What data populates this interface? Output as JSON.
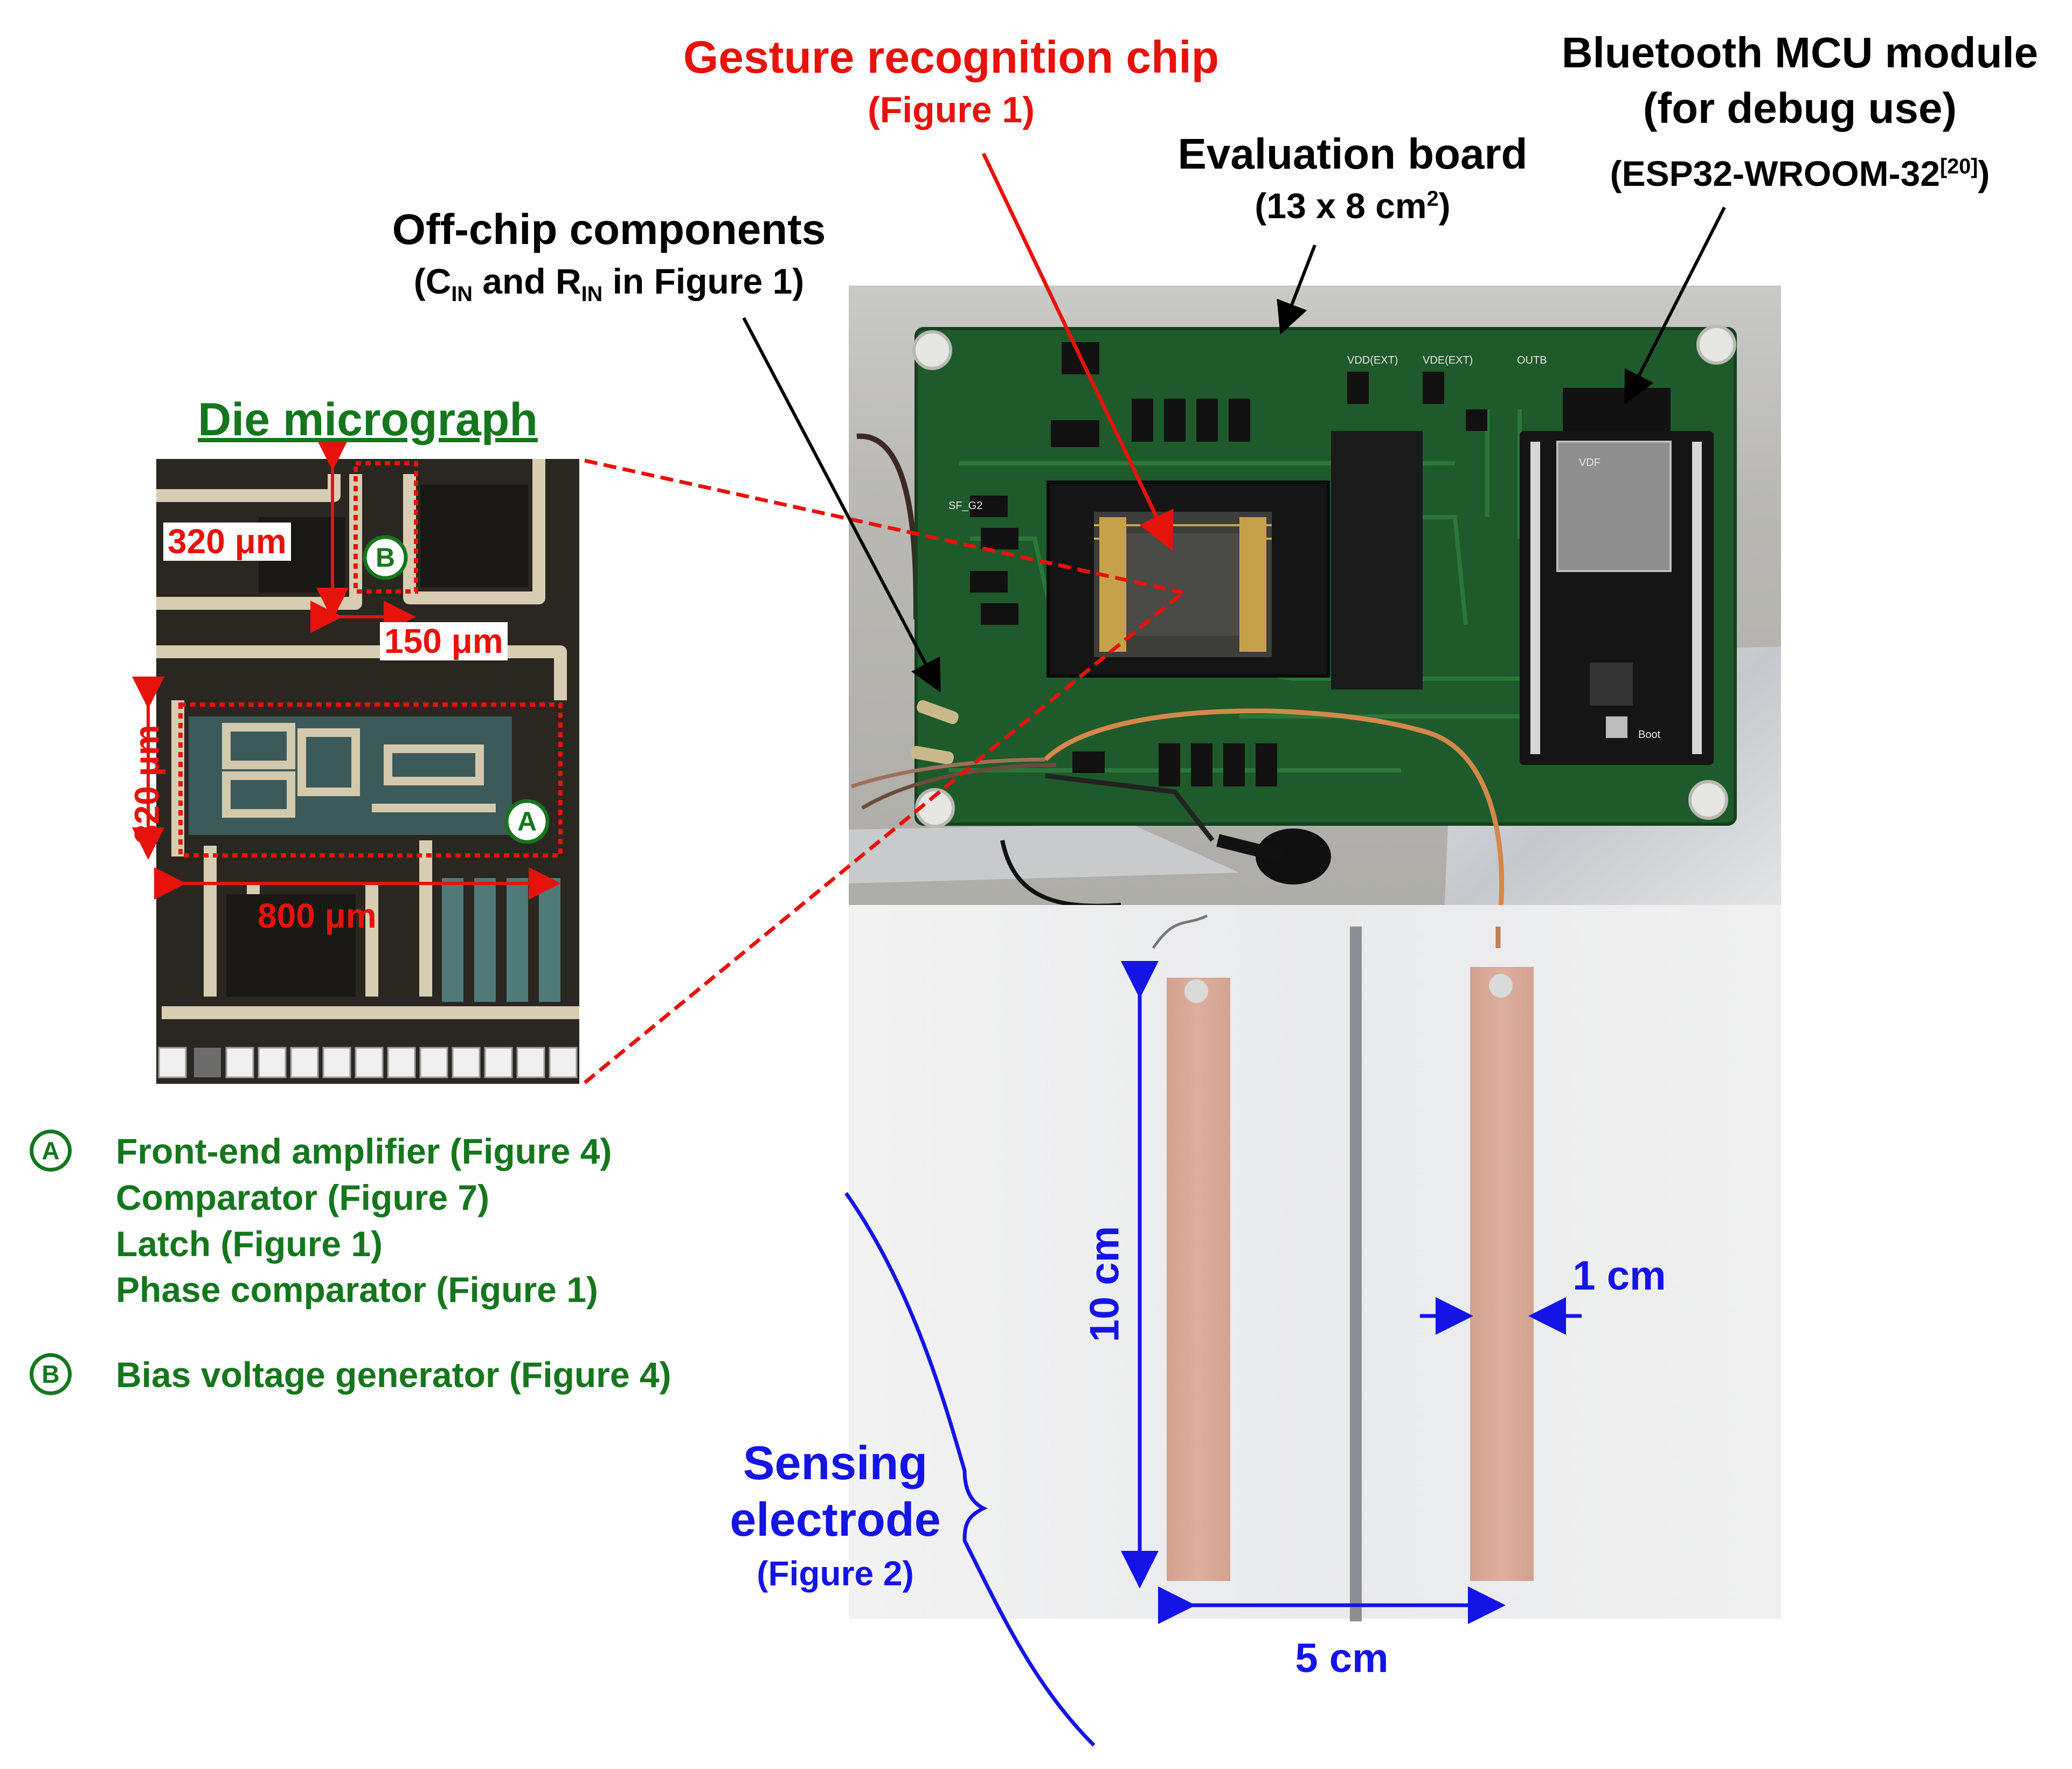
{
  "labels": {
    "chip_title": "Gesture recognition chip",
    "chip_ref": "(Figure 1)",
    "bluetooth_title_1": "Bluetooth MCU module",
    "bluetooth_title_2": "(for debug use)",
    "bluetooth_model": "(ESP32-WROOM-32",
    "bluetooth_model_ref": "[20]",
    "bluetooth_model_close": ")",
    "eval_board_title": "Evaluation board",
    "eval_board_size": "(13 x 8 cm",
    "eval_board_size_sup": "2",
    "eval_board_size_close": ")",
    "offchip_title": "Off-chip components",
    "offchip_open": "(C",
    "offchip_cin_sub": "IN",
    "offchip_and": " and R",
    "offchip_rin_sub": "IN",
    "offchip_rest": " in Figure 1)",
    "die_title": "Die micrograph",
    "sensing_1": "Sensing",
    "sensing_2": "electrode",
    "sensing_ref": "(Figure 2)",
    "dim_10cm": "10 cm",
    "dim_1cm": "1 cm",
    "dim_5cm": "5 cm"
  },
  "die_dimensions": {
    "b_height": "320 μm",
    "b_width": "150 μm",
    "a_height": "320 μm",
    "a_width": "800 μm",
    "marker_a": "A",
    "marker_b": "B"
  },
  "legend": {
    "a_marker": "A",
    "a_items": [
      "Front-end amplifier (Figure 4)",
      "Comparator (Figure 7)",
      "Latch (Figure 1)",
      "Phase comparator (Figure 1)"
    ],
    "b_marker": "B",
    "b_items": [
      "Bias voltage generator (Figure 4)"
    ]
  },
  "board_silkscreen": [
    "VDD(EXT)",
    "VDE(EXT)",
    "OUTB",
    "VDF",
    "SF_G2",
    "Boot"
  ],
  "colors": {
    "red": "#e8120c",
    "green": "#16761e",
    "blue": "#1414e6",
    "pcb": "#1f5a2a",
    "copper": "#d7a08c"
  }
}
